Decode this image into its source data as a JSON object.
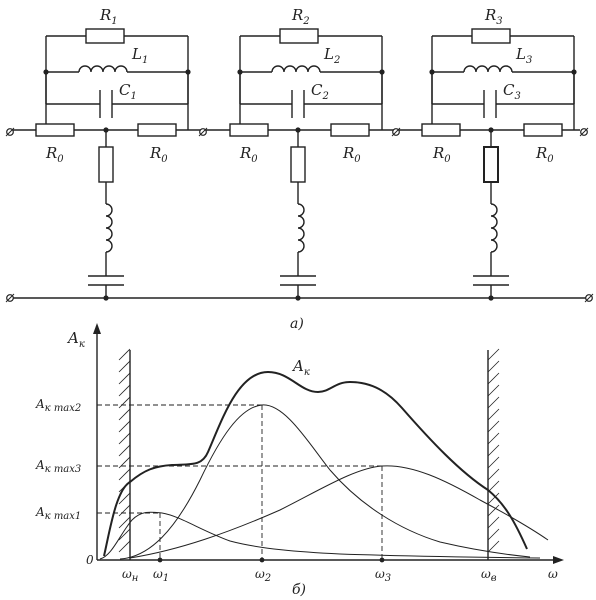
{
  "circuit": {
    "stages": [
      {
        "r_top": "R",
        "r_top_sub": "1",
        "l": "L",
        "l_sub": "1",
        "c": "C",
        "c_sub": "1",
        "r_left": "R",
        "r_left_sub": "0",
        "r_right": "R",
        "r_right_sub": "0"
      },
      {
        "r_top": "R",
        "r_top_sub": "2",
        "l": "L",
        "l_sub": "2",
        "c": "C",
        "c_sub": "2",
        "r_left": "R",
        "r_left_sub": "0",
        "r_right": "R",
        "r_right_sub": "0"
      },
      {
        "r_top": "R",
        "r_top_sub": "3",
        "l": "L",
        "l_sub": "3",
        "c": "C",
        "c_sub": "3",
        "r_left": "R",
        "r_left_sub": "0",
        "r_right": "R",
        "r_right_sub": "0"
      }
    ],
    "caption": "а)"
  },
  "plot": {
    "caption": "б)",
    "y_axis_label": "A",
    "y_axis_label_sub": "к",
    "envelope_label": "A",
    "envelope_label_sub": "к",
    "zero_label": "0",
    "y_levels": [
      {
        "main": "A",
        "sub": "к max2"
      },
      {
        "main": "A",
        "sub": "к max3"
      },
      {
        "main": "A",
        "sub": "к max1"
      }
    ],
    "x_ticks": [
      {
        "main": "ω",
        "sub": "н"
      },
      {
        "main": "ω",
        "sub": "1"
      },
      {
        "main": "ω",
        "sub": "2"
      },
      {
        "main": "ω",
        "sub": "3"
      },
      {
        "main": "ω",
        "sub": "в"
      }
    ],
    "x_axis_label": "ω"
  }
}
